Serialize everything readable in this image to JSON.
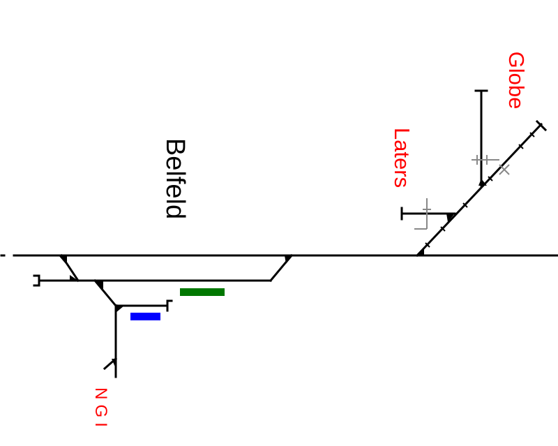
{
  "labels": {
    "belfeld": "Belfeld",
    "globe": "Globe",
    "laters": "Laters",
    "ngi": "NGI"
  },
  "colors": {
    "track": "#000000",
    "place_label": "#ff0000",
    "station_label": "#000000",
    "inactive_track": "#888888",
    "occupied_section_green": "#007700",
    "occupied_section_blue": "#0000ff"
  }
}
